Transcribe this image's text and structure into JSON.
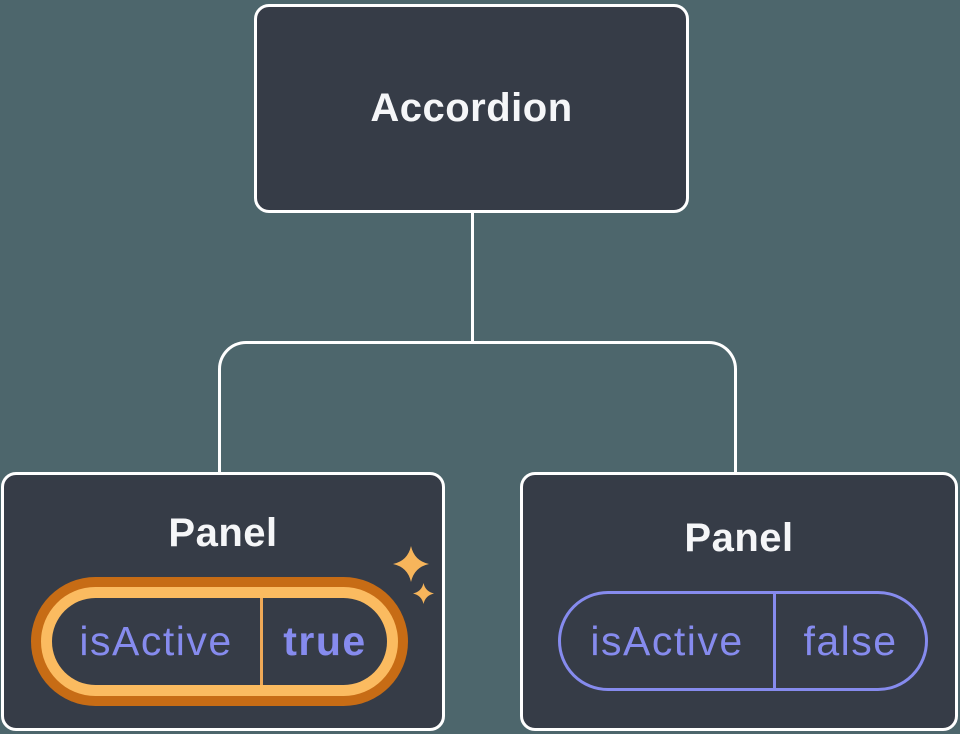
{
  "canvas": {
    "background": "#4d666c",
    "node_fill": "#363c47",
    "node_border": "#ffffff",
    "text_white": "#f5f6f8",
    "text_purple": "#868bee"
  },
  "highlight": {
    "ring_outer": "#c76c15",
    "ring_inner": "#fbbb60",
    "divider": "#efa957",
    "sparkle": "#f7b55b"
  },
  "diagram": {
    "root": {
      "label": "Accordion"
    },
    "panels": [
      {
        "title": "Panel",
        "prop": "isActive",
        "value": "true",
        "state": "active",
        "highlighted": true
      },
      {
        "title": "Panel",
        "prop": "isActive",
        "value": "false",
        "state": "inactive",
        "highlighted": false
      }
    ]
  }
}
